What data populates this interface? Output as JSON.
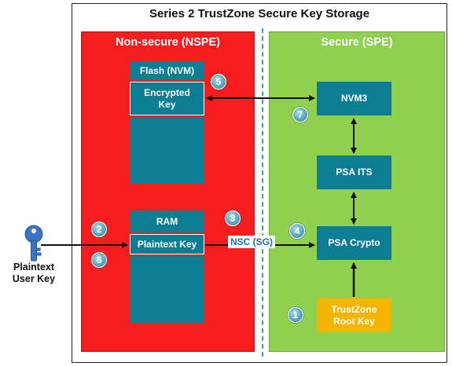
{
  "title": "Series 2 TrustZone Secure Key Storage",
  "zones": {
    "nspe": {
      "label": "Non-secure (NSPE)",
      "color": "#f51d1d"
    },
    "spe": {
      "label": "Secure (SPE)",
      "color": "#8fd14f"
    }
  },
  "nspe_blocks": {
    "flash": "Flash (NVM)",
    "encrypted_key": [
      "Encrypted",
      "Key"
    ],
    "ram": "RAM",
    "plaintext_key": "Plaintext Key"
  },
  "spe_blocks": {
    "nvm3": "NVM3",
    "psa_its": "PSA ITS",
    "psa_crypto": "PSA Crypto",
    "root_key": [
      "TrustZone",
      "Root Key"
    ]
  },
  "gateway_label": "NSC (SG)",
  "user_key": {
    "label": [
      "Plaintext",
      "User Key"
    ],
    "icon": "key-icon",
    "color": "#3b74c4"
  },
  "steps": [
    "1",
    "2",
    "3",
    "4",
    "5",
    "6",
    "7"
  ]
}
